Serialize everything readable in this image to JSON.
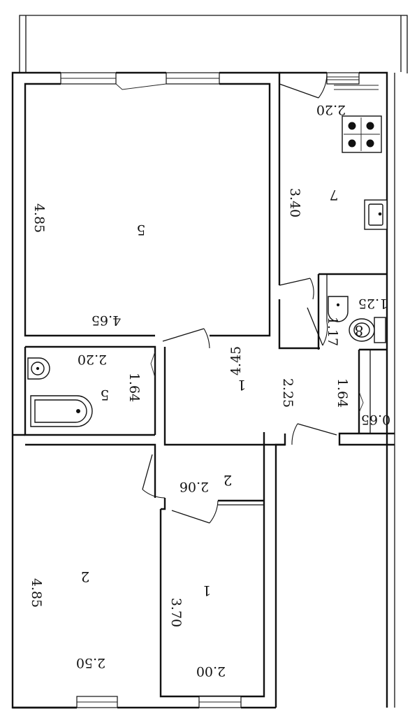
{
  "plan": {
    "rooms": [
      {
        "id": "living",
        "number": "5",
        "width": "4.65",
        "length": "4.85"
      },
      {
        "id": "kitchen",
        "number": "7",
        "width": "2.20",
        "length": "3.40"
      },
      {
        "id": "hall",
        "number": "1",
        "width": "4.45",
        "length": "2.25"
      },
      {
        "id": "bathroom",
        "number": "5",
        "width": "2.20",
        "length": "1.64"
      },
      {
        "id": "toilet",
        "number": "8",
        "width": "1.25",
        "length": "1.17"
      },
      {
        "id": "closet",
        "width": "0.65",
        "length": "1.64"
      },
      {
        "id": "corridor",
        "number": "2",
        "width": "2.06"
      },
      {
        "id": "bedroom_left",
        "number": "2",
        "width": "2.50",
        "length": "4.85"
      },
      {
        "id": "bedroom_right",
        "number": "1",
        "width": "2.00",
        "length": "3.70"
      }
    ]
  }
}
